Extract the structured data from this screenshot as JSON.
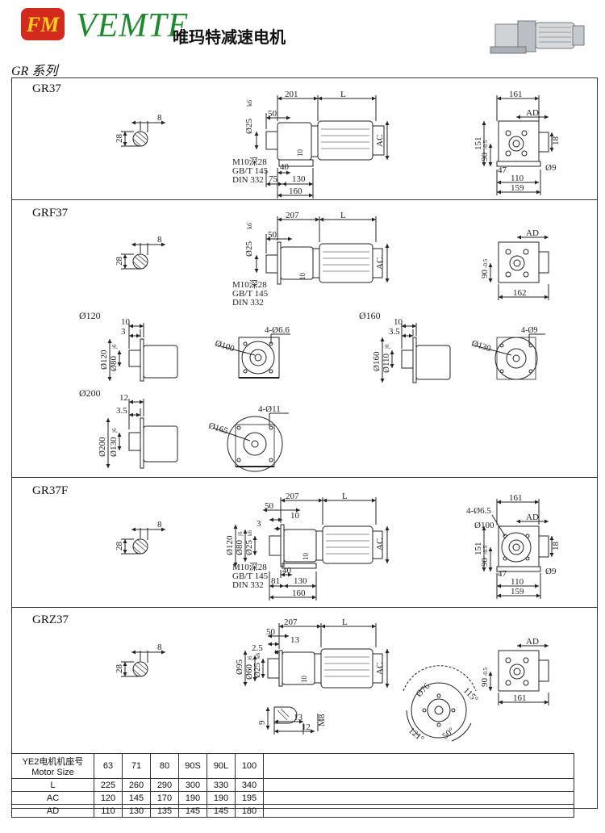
{
  "header": {
    "logo_letters": "FM",
    "brand": "VEMTE",
    "company": "唯玛特减速电机",
    "series": "GR 系列"
  },
  "sections": [
    {
      "title": "GR37"
    },
    {
      "title": "GRF37"
    },
    {
      "title": "GR37F"
    },
    {
      "title": "GRZ37"
    }
  ],
  "flange_labels": {
    "f120": "Ø120",
    "f160": "Ø160",
    "f200": "Ø200"
  },
  "dims": {
    "gr37": {
      "key_w": "8",
      "key_h": "28",
      "shaft": "Ø25",
      "shaft_tol": "k6",
      "len_gear": "201",
      "len_motor": "L",
      "d50": "50",
      "ac": "AC",
      "thread": "M10深28",
      "gb": "GB/T 145",
      "din": "DIN 332",
      "d40": "40",
      "d75": "75",
      "d130": "130",
      "d160": "160",
      "v161": "161",
      "vad": "AD",
      "v151": "151",
      "v90": "90",
      "v90tol": "-0.5",
      "v18": "18",
      "v47": "47",
      "v9": "Ø9",
      "v110": "110",
      "v159": "159",
      "v10": "10"
    },
    "grf37": {
      "key_w": "8",
      "key_h": "28",
      "shaft": "Ø25",
      "shaft_tol": "k6",
      "len_gear": "207",
      "len_motor": "L",
      "d50": "50",
      "ac": "AC",
      "thread": "M10深28",
      "gb": "GB/T 145",
      "din": "DIN 332",
      "vad": "AD",
      "v90": "90",
      "v90tol": "-0.5",
      "v162": "162",
      "v10": "10"
    },
    "flanges": {
      "f120": {
        "d10": "10",
        "d3": "3",
        "outer": "Ø120",
        "pilot": "Ø80",
        "pilot_tol": "j6",
        "pcd": "Ø100",
        "holes": "4-Ø6.6"
      },
      "f160": {
        "d10": "10",
        "d3": "3.5",
        "outer": "Ø160",
        "pilot": "Ø110",
        "pilot_tol": "j6",
        "pcd": "Ø130",
        "holes": "4-Ø9"
      },
      "f200": {
        "d12": "12",
        "d3": "3.5",
        "outer": "Ø200",
        "pilot": "Ø130",
        "pilot_tol": "j6",
        "pcd": "Ø165",
        "holes": "4-Ø11"
      }
    },
    "gr37f": {
      "key_w": "8",
      "key_h": "28",
      "len_gear": "207",
      "len_motor": "L",
      "d50": "50",
      "d10": "10",
      "d3": "3",
      "o120": "Ø120",
      "o80": "Ø80",
      "o80tol": "j6",
      "shaft": "Ø25",
      "shaft_tol": "k6",
      "ac": "AC",
      "thread": "M10深28",
      "gb": "GB/T 145",
      "din": "DIN 332",
      "d40": "40",
      "d81": "81",
      "d130": "130",
      "d160": "160",
      "v161": "161",
      "vholes": "4-Ø6.5",
      "vad": "AD",
      "v100": "Ø100",
      "v151": "151",
      "v90": "90",
      "v90tol": "-0.5",
      "v18": "18",
      "v47": "47",
      "v9": "Ø9",
      "v110": "110",
      "v159": "159",
      "v10": "10"
    },
    "grz37": {
      "key_w": "8",
      "key_h": "28",
      "len_gear": "207",
      "len_motor": "L",
      "d50": "50",
      "d13": "13",
      "d25": "2.5",
      "o95": "Ø95",
      "o60": "Ø60",
      "o60tol": "j6",
      "shaft": "Ø25",
      "shaft_tol": "k6",
      "ac": "AC",
      "vad": "AD",
      "v90": "90",
      "v90tol": "-0.5",
      "v161": "161",
      "t9": "9",
      "t13": "13",
      "t12": "12",
      "tm8": "M8",
      "c76": "Ø76",
      "c115": "115°",
      "c121": "121°",
      "c50": "50°",
      "v10": "10"
    }
  },
  "table": {
    "header_label_cn": "YE2电机机座号",
    "header_label_en": "Motor Size",
    "sizes": [
      "63",
      "71",
      "80",
      "90S",
      "90L",
      "100"
    ],
    "rows": [
      {
        "label": "L",
        "values": [
          "225",
          "260",
          "290",
          "300",
          "330",
          "340"
        ]
      },
      {
        "label": "AC",
        "values": [
          "120",
          "145",
          "170",
          "190",
          "190",
          "195"
        ]
      },
      {
        "label": "AD",
        "values": [
          "110",
          "130",
          "135",
          "145",
          "145",
          "180"
        ]
      }
    ]
  },
  "colors": {
    "brand_green": "#1d8a2e",
    "logo_red": "#d42a1e",
    "line": "#222222"
  }
}
